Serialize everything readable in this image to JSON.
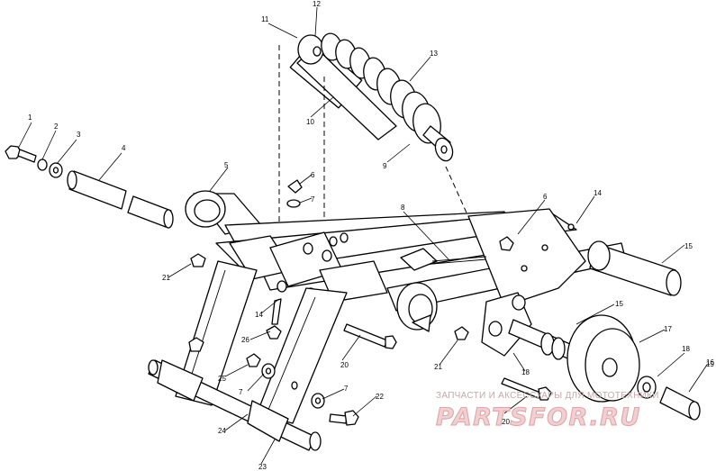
{
  "callouts": [
    {
      "id": "c1",
      "text": "1"
    },
    {
      "id": "c2",
      "text": "2"
    },
    {
      "id": "c3",
      "text": "3"
    },
    {
      "id": "c4",
      "text": "4"
    },
    {
      "id": "c5",
      "text": "5"
    },
    {
      "id": "c6a",
      "text": "6"
    },
    {
      "id": "c6b",
      "text": "6"
    },
    {
      "id": "c7a",
      "text": "7"
    },
    {
      "id": "c7b",
      "text": "7"
    },
    {
      "id": "c7c",
      "text": "7"
    },
    {
      "id": "c8",
      "text": "8"
    },
    {
      "id": "c9",
      "text": "9"
    },
    {
      "id": "c10",
      "text": "10"
    },
    {
      "id": "c11",
      "text": "11"
    },
    {
      "id": "c12",
      "text": "12"
    },
    {
      "id": "c13",
      "text": "13"
    },
    {
      "id": "c14a",
      "text": "14"
    },
    {
      "id": "c14b",
      "text": "14"
    },
    {
      "id": "c15a",
      "text": "15"
    },
    {
      "id": "c15b",
      "text": "15"
    },
    {
      "id": "c16",
      "text": "16"
    },
    {
      "id": "c17",
      "text": "17"
    },
    {
      "id": "c18a",
      "text": "18"
    },
    {
      "id": "c18b",
      "text": "18"
    },
    {
      "id": "c19",
      "text": "19"
    },
    {
      "id": "c20a",
      "text": "20"
    },
    {
      "id": "c20b",
      "text": "20"
    },
    {
      "id": "c21a",
      "text": "21"
    },
    {
      "id": "c21b",
      "text": "21"
    },
    {
      "id": "c22",
      "text": "22"
    },
    {
      "id": "c23",
      "text": "23"
    },
    {
      "id": "c24",
      "text": "24"
    },
    {
      "id": "c25",
      "text": "25"
    },
    {
      "id": "c26",
      "text": "26"
    }
  ],
  "watermark": {
    "top": "ЗАПЧАСТИ И АКСЕССУАРЫ ДЛЯ МОТОТЕХНИКИ",
    "brand": "PARTSFOR.RU"
  }
}
